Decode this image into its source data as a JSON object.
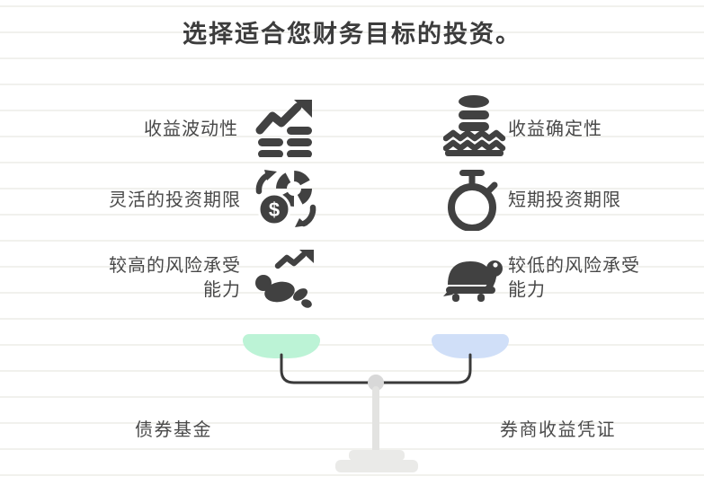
{
  "page": {
    "title": "选择适合您财务目标的投资。"
  },
  "features": {
    "left": [
      {
        "label": "收益波动性",
        "icon": "volatility-trend-chart"
      },
      {
        "label": "灵活的投资期限",
        "icon": "money-cycle"
      },
      {
        "label_line1": "较高的风险承受",
        "label_line2": "能力",
        "icon": "risk-runner"
      }
    ],
    "right": [
      {
        "label": "收益确定性",
        "icon": "stable-coins-on-water"
      },
      {
        "label": "短期投资期限",
        "icon": "stopwatch"
      },
      {
        "label_line1": "较低的风险承受",
        "label_line2": "能力",
        "icon": "turtle"
      }
    ]
  },
  "icon_detail": {
    "currency_symbol": "$"
  },
  "scale": {
    "left_result": "债券基金",
    "right_result": "券商收益凭证",
    "left_pan_color": "#bcf3d6",
    "right_pan_color": "#d0dff8"
  },
  "colors": {
    "icon": "#414141",
    "text": "#474747",
    "title": "#3c3c3c",
    "beam": "#3a3a3a",
    "pivot": "#d8d8d8",
    "stand": "#e3e3e1",
    "ruled_line": "#f1f1ed"
  }
}
